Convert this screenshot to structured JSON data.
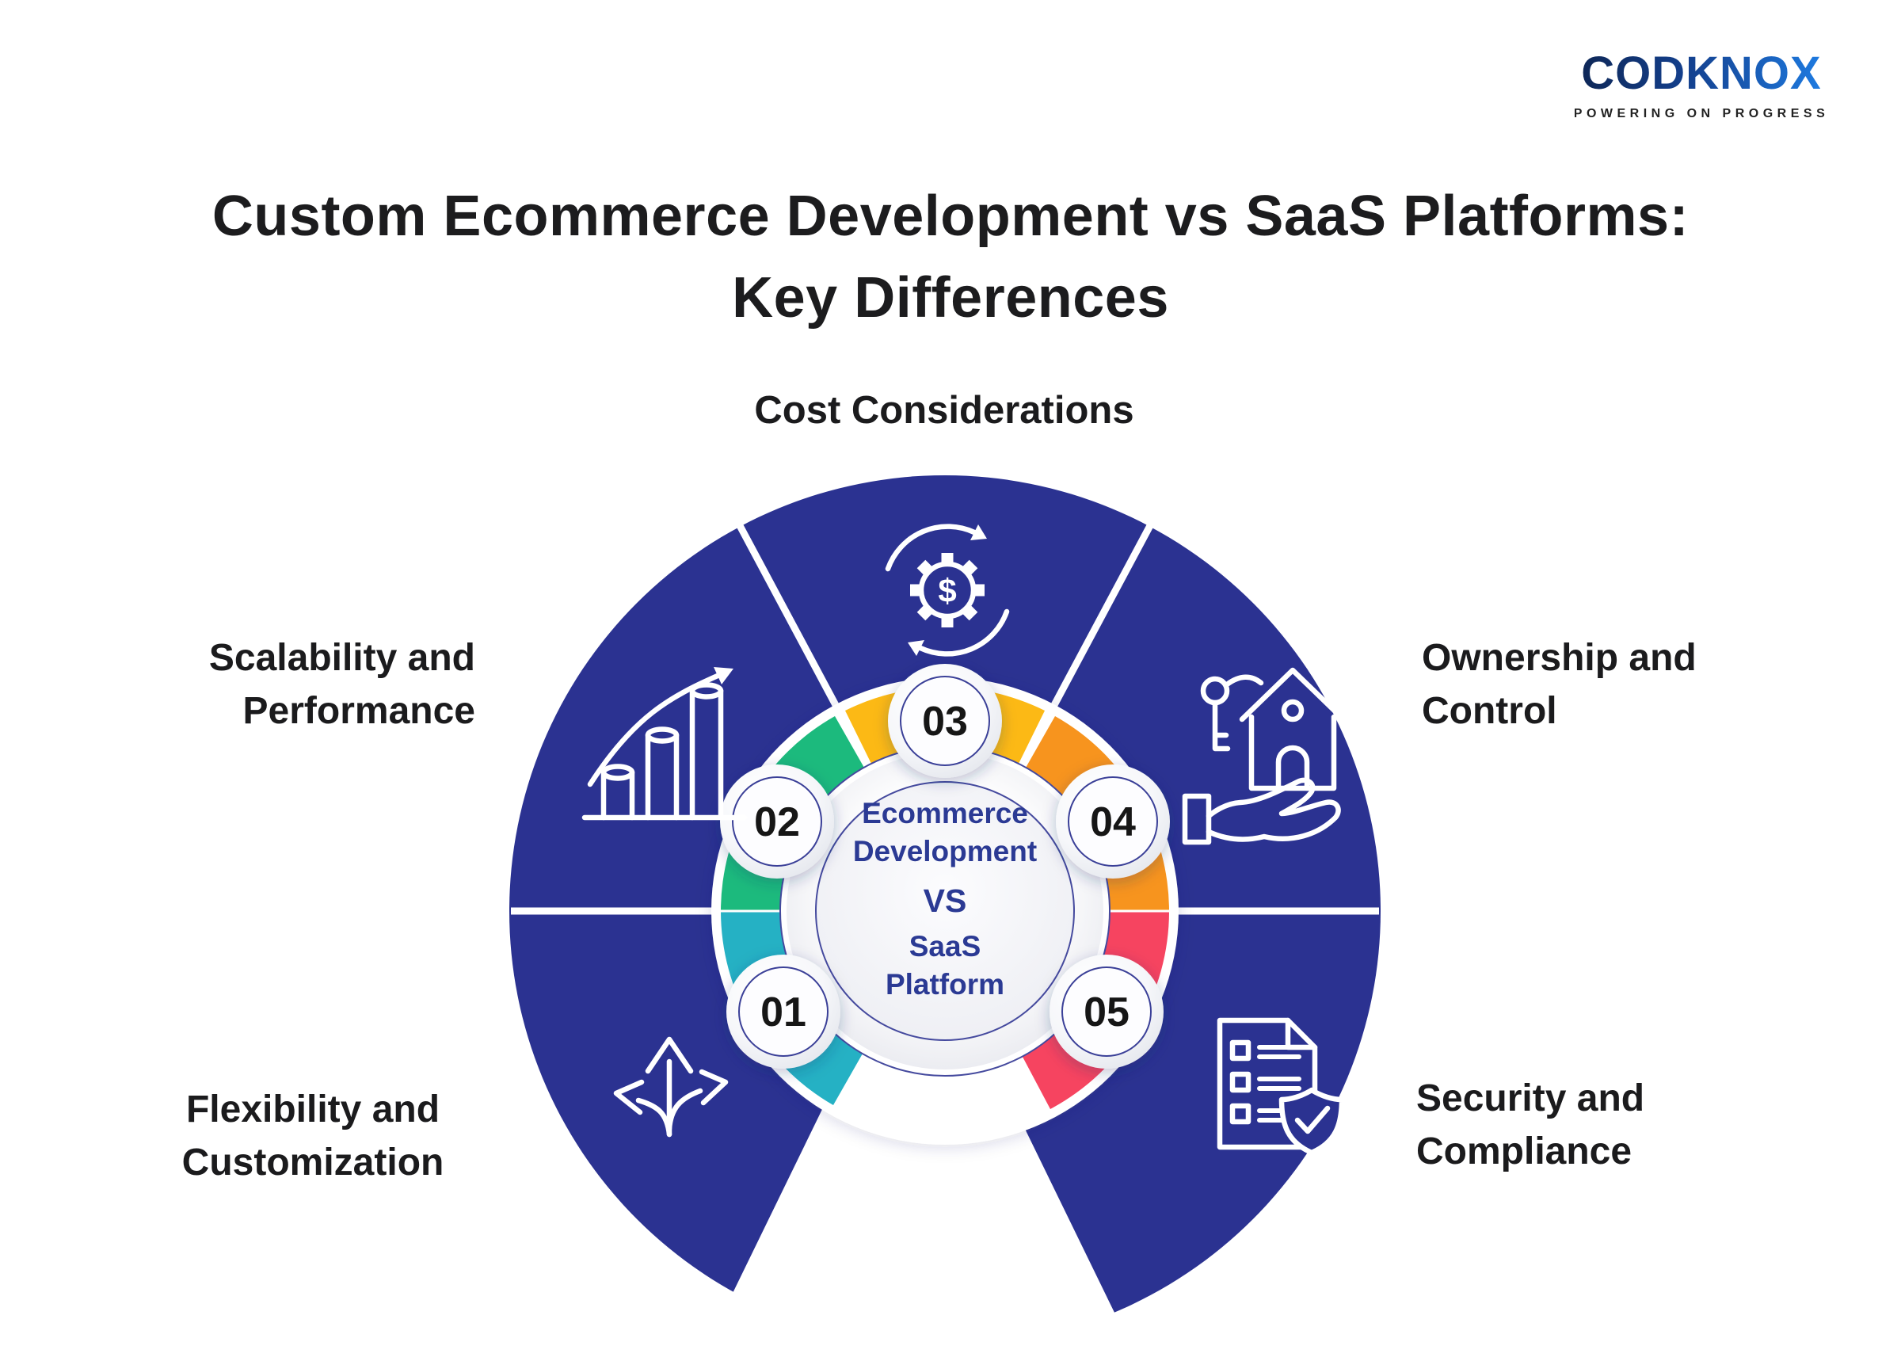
{
  "brand": {
    "name": "CODKNOX",
    "tagline": "POWERING ON PROGRESS"
  },
  "title": {
    "line1": "Custom Ecommerce Development vs SaaS Platforms:",
    "line2": "Key Differences"
  },
  "center": {
    "line1": "Ecommerce Development",
    "vs": "VS",
    "line2": "SaaS Platform"
  },
  "colors": {
    "wheel": "#2B3291",
    "divider": "#FFFFFF",
    "center_text": "#2B3A94",
    "title_text": "#1C1C1E",
    "badge_number": "#141414"
  },
  "sections": [
    {
      "number": "01",
      "label": "Flexibility and Customization",
      "color": "#25B1C4",
      "icon": "three-way-arrows-icon",
      "position": "bottom-left"
    },
    {
      "number": "02",
      "label": "Scalability and Performance",
      "color": "#1CBA7D",
      "icon": "growth-chart-icon",
      "position": "top-left"
    },
    {
      "number": "03",
      "label": "Cost Considerations",
      "color": "#FCB915",
      "icon": "dollar-gear-cycle-icon",
      "position": "top"
    },
    {
      "number": "04",
      "label": "Ownership and Control",
      "color": "#F7941E",
      "icon": "key-house-hand-icon",
      "position": "top-right"
    },
    {
      "number": "05",
      "label": "Security and Compliance",
      "color": "#F64460",
      "icon": "checklist-shield-icon",
      "position": "bottom-right"
    }
  ]
}
